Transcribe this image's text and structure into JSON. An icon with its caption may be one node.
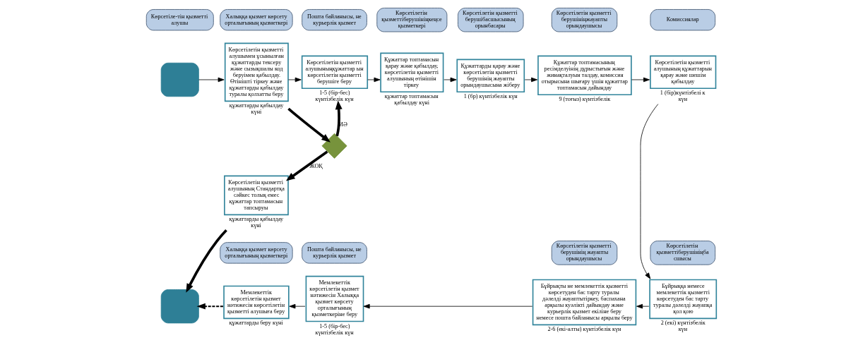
{
  "diagram": {
    "nodes": [
      {
        "text": [
          "Көрсетіле-тін қызметті алушы"
        ]
      },
      {
        "text": [
          "Халыққа қызмет көрсету орталығының қызметкері"
        ]
      },
      {
        "text": [
          "Пошта байланысы, не курьерлік қызмет"
        ]
      },
      {
        "text": [
          "Көрсетілетін қызметтіберушініңкеңсе қызметкері"
        ]
      },
      {
        "text": [
          "Көрсетілетін қызметті берушібасшысының орынбасары"
        ]
      },
      {
        "text": [
          "Көрсетілетін қызметті берушініңжауапты орындаушысы"
        ]
      },
      {
        "text": [
          "Комиссиялар"
        ]
      },
      {
        "text": [],
        "shape": "box"
      },
      {
        "text": [
          "Көрсетілетін қызметті алушымен ұсынылған құжаттарды тексеру және сызықшалы код беруімен қабылдау. Өтінішті тіркеу және құжаттарды қабылдау туралы қолхатты беру"
        ],
        "beside": [
          "құжаттарды қабылдау күні"
        ]
      },
      {
        "text": [
          "Көрсетілетін қызметті алушыныңқұжаттар ын көрсетілетін қызметті берушіге беру"
        ],
        "beside": [
          "1-5 (бір-бес) күнтізбелік күн"
        ]
      },
      {
        "text": [
          "Құжаттар топтамасын қарау және қабылдау, көрсетілетін қызметті алушының өтінішін тіркеу"
        ],
        "beside": [
          "құжаттар топтамасын қабылдау күні"
        ]
      },
      {
        "text": [
          "Құжаттарды қарау және көрсетілетін қызметті берушінің жауапты орындаушысына жіберу"
        ],
        "beside": [
          "1 (бр) күнтізбелік күн"
        ]
      },
      {
        "text": [
          "Құжаттар топтамасының ресімделуінің дұрыстығын және жинақталуын талдау, комиссия отырысына шығару үшін құжаттар топтамасын дайындау"
        ],
        "beside": [
          "9 (тоғыз) күнтізбелік"
        ]
      },
      {
        "text": [
          "Көрсетілетін қызметті алушының құжаттарын қарау және шешім қабылдау"
        ],
        "beside": [
          "1 (бір)күнтізбелі к күн"
        ]
      },
      {
        "text": [],
        "shape": "diamond"
      },
      {
        "text": [
          "Көрсетілетін қызметті алушының Стандартқа сәйкес толық емес құжаттар топтамасын тапсыруы"
        ],
        "beside": [
          "құжаттарды қабылдау күні"
        ]
      },
      {
        "text": [],
        "shape": "box"
      },
      {
        "text": [
          "Халыққа қызмет көрсету орталығының қызметкері"
        ]
      },
      {
        "text": [
          "Пошта байланысы, не курьерлік қызмет"
        ]
      },
      {
        "text": [
          "Көрсетілетін қызметті берушінің жауапты орындаушысы"
        ]
      },
      {
        "text": [
          "Көрсетілетін қызметтіберушініңба сшысы"
        ]
      },
      {
        "text": [
          "Мемлекеттік көрсетілетін қызмет нәтижесін көрсетілетін қызметті алушыға беру"
        ],
        "beside": [
          "құжаттарды беру күні"
        ]
      },
      {
        "text": [
          "Мемлекеттік көрсетілетін қызмет нәтижесін Халыққа қызмет көрсету орталығының қызметкеріне беру"
        ],
        "beside": [
          "1-5 (бір-бес) күнтізбелік күн"
        ]
      },
      {
        "text": [
          "Бұйрықты не мемлекеттік қызметті көрсетуден бас тарту туралы дәлелді жауаптытіркеу, баспахана арқылы куәлікті дайындау және курьерлік қызмет екіліне беру немесе пошта байланысы арқылы беру"
        ],
        "beside": [
          "2-6 (екі-алты) күнтізбелік күн"
        ]
      },
      {
        "text": [
          "Бұйрыққа немесе мемлекеттік қызметті көрсетуден бас тарту туралы дәлелді жауапқа қол қою"
        ],
        "beside": [
          "2 (екі) күнтізбелік күн"
        ]
      }
    ],
    "edges": [
      {
        "from": 7,
        "to": 8,
        "arrow": "to"
      },
      {
        "from": 8,
        "to": 9,
        "arrow": "to"
      },
      {
        "from": 9,
        "to": 10,
        "arrow": "to"
      },
      {
        "from": 10,
        "to": 11,
        "arrow": "to"
      },
      {
        "from": 11,
        "to": 12,
        "arrow": "to"
      },
      {
        "from": 12,
        "to": 13,
        "arrow": "to"
      },
      {
        "from": 8,
        "to": 14,
        "arrow": "to",
        "style": "thick"
      },
      {
        "from": 14,
        "to": 9,
        "arrow": "to",
        "label": "ИӘ",
        "style": "thick"
      },
      {
        "from": 14,
        "to": 15,
        "arrow": "to",
        "label": "ЖОҚ",
        "style": "thick"
      },
      {
        "from": 15,
        "to": 16,
        "arrow": "to",
        "style": "thick"
      },
      {
        "from": 13,
        "to": 24,
        "arrow": "to"
      },
      {
        "from": 24,
        "to": 23,
        "arrow": "to"
      },
      {
        "from": 23,
        "to": 22,
        "arrow": "to"
      },
      {
        "from": 22,
        "to": 21,
        "arrow": "to"
      },
      {
        "from": 21,
        "to": 16,
        "arrow": "to",
        "style": "dashed"
      }
    ]
  }
}
